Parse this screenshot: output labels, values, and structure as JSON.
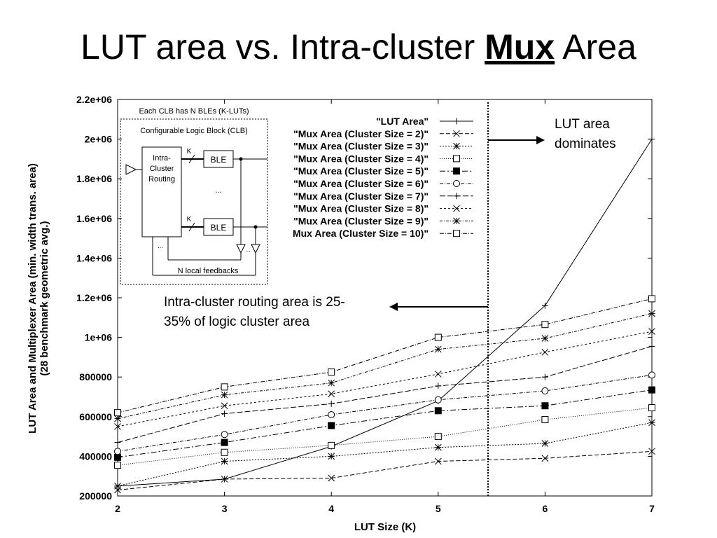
{
  "slide": {
    "title_part1": "LUT area vs. Intra-cluster ",
    "title_bold": "Mux",
    "title_part2": " Area"
  },
  "annotations": {
    "lut_dominates_line1": "LUT area",
    "lut_dominates_line2": "dominates",
    "routing_line1": "Intra-cluster routing area is 25-",
    "routing_line2": "35% of logic cluster area"
  },
  "inset": {
    "caption": "Each CLB has N BLEs (K-LUTs)",
    "clb_label": "Configurable Logic Block (CLB)",
    "routing_line1": "Intra-",
    "routing_line2": "Cluster",
    "routing_line3": "Routing",
    "ble": "BLE",
    "k": "K",
    "dots": "...",
    "feedback": "N local feedbacks"
  },
  "chart_data": {
    "type": "line",
    "xlabel": "LUT Size (K)",
    "ylabel": "LUT Area and Multiplexer Area (min. width trans. area)",
    "ylabel2": "(28 benchmark geometric avg.)",
    "x": [
      2,
      3,
      4,
      5,
      6,
      7
    ],
    "xlim": [
      2,
      7
    ],
    "ylim": [
      200000,
      2200000
    ],
    "xticks": [
      "2",
      "3",
      "4",
      "5",
      "6",
      "7"
    ],
    "yticks": [
      "200000",
      "400000",
      "600000",
      "800000",
      "1e+06",
      "1.2e+06",
      "1.4e+06",
      "1.6e+06",
      "1.8e+06",
      "2e+06",
      "2.2e+06"
    ],
    "legend_position": "top-right",
    "series": [
      {
        "name": "\"LUT Area\"",
        "marker": "plus",
        "dash": "",
        "values": [
          250000,
          285000,
          450000,
          680000,
          1160000,
          2000000
        ]
      },
      {
        "name": "\"Mux Area (Cluster Size = 2)\"",
        "marker": "x",
        "dash": "6 3",
        "values": [
          230000,
          285000,
          290000,
          375000,
          390000,
          425000
        ]
      },
      {
        "name": "\"Mux Area (Cluster Size = 3)\"",
        "marker": "star",
        "dash": "2 2",
        "values": [
          250000,
          375000,
          400000,
          445000,
          465000,
          570000
        ]
      },
      {
        "name": "\"Mux Area (Cluster Size = 4)\"",
        "marker": "square",
        "dash": "1 2",
        "values": [
          355000,
          420000,
          455000,
          500000,
          585000,
          645000
        ]
      },
      {
        "name": "\"Mux Area (Cluster Size = 5)\"",
        "marker": "filled-square",
        "dash": "8 3 2 3",
        "values": [
          395000,
          470000,
          555000,
          630000,
          655000,
          735000
        ]
      },
      {
        "name": "\"Mux Area (Cluster Size = 6)\"",
        "marker": "circle",
        "dash": "5 2 1 2",
        "values": [
          425000,
          510000,
          610000,
          685000,
          730000,
          810000
        ]
      },
      {
        "name": "\"Mux Area (Cluster Size = 7)\"",
        "marker": "plus",
        "dash": "8 3",
        "values": [
          470000,
          615000,
          665000,
          755000,
          800000,
          955000
        ]
      },
      {
        "name": "\"Mux Area (Cluster Size = 8)\"",
        "marker": "x",
        "dash": "3 3",
        "values": [
          550000,
          655000,
          715000,
          815000,
          925000,
          1030000
        ]
      },
      {
        "name": "\"Mux Area (Cluster Size = 9)\"",
        "marker": "star",
        "dash": "4 2 1 2",
        "values": [
          590000,
          710000,
          770000,
          940000,
          995000,
          1120000
        ]
      },
      {
        "name": "\"Mux Area (Cluster Size = 10)\"",
        "marker": "square",
        "dash": "6 2 1 2",
        "values": [
          620000,
          750000,
          825000,
          1000000,
          1065000,
          1195000
        ]
      }
    ],
    "legend_labels": [
      "\"LUT Area\"",
      "\"Mux Area (Cluster Size = 2)\"",
      "\"Mux Area (Cluster Size = 3)\"",
      "\"Mux Area (Cluster Size = 4)\"",
      "\"Mux Area (Cluster Size = 5)\"",
      "\"Mux Area (Cluster Size = 6)\"",
      "\"Mux Area (Cluster Size = 7)\"",
      "\"Mux Area (Cluster Size = 8)\"",
      "\"Mux Area (Cluster Size = 9)\"",
      "Mux Area (Cluster Size = 10)\""
    ],
    "divider_x": 5.45
  }
}
